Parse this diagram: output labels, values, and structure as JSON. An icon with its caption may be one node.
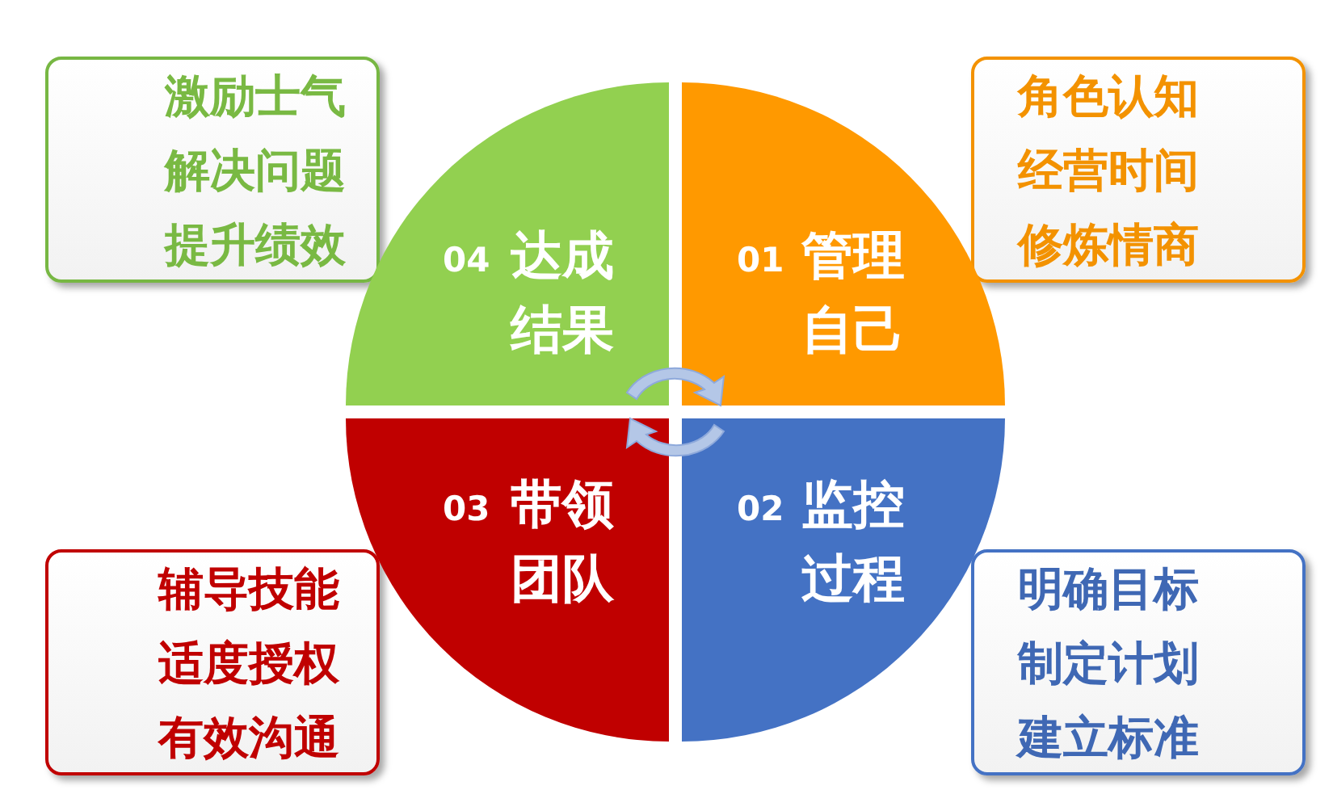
{
  "diagram": {
    "nodes": [
      {
        "text": [
          "激励士气",
          "解决问题",
          "提升绩效"
        ]
      },
      {
        "text": [
          "04",
          "达成结果"
        ]
      },
      {
        "text": [
          "01",
          "管理自己"
        ]
      },
      {
        "text": [
          "角色认知",
          "经营时间",
          "修炼情商"
        ]
      },
      {
        "text": [
          "03",
          "带领团队"
        ]
      },
      {
        "text": [
          "02",
          "监控过程"
        ]
      },
      {
        "text": [
          "辅导技能",
          "适度授权",
          "有效沟通"
        ]
      },
      {
        "text": [
          "明确目标",
          "制定计划",
          "建立标准"
        ]
      }
    ]
  }
}
